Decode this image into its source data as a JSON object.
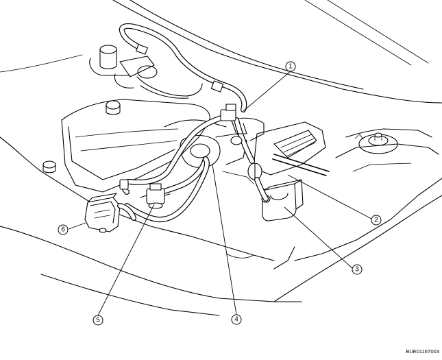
{
  "diagram": {
    "callouts": [
      {
        "id": "1",
        "label": "1"
      },
      {
        "id": "2",
        "label": "2"
      },
      {
        "id": "3",
        "label": "3"
      },
      {
        "id": "4",
        "label": "4"
      },
      {
        "id": "5",
        "label": "5"
      },
      {
        "id": "6",
        "label": "6"
      }
    ],
    "figure_code": "BUE0116T003"
  }
}
